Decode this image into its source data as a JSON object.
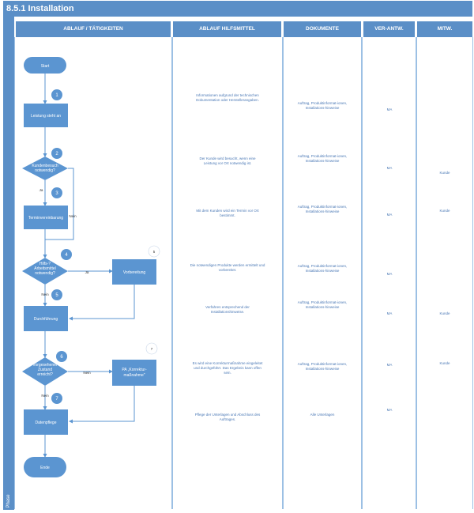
{
  "title": "8.5.1 Installation",
  "phase_label": "Phase",
  "columns": {
    "c1": "ABLAUF / TÄTIGKEITEN",
    "c2": "ABLAUF HILFSMITTEL",
    "c3": "DOKUMENTE",
    "c4": "VER-ANTW.",
    "c5": "MITW."
  },
  "flow": {
    "start": "Start",
    "end": "Ende",
    "n1": "Leistung steht an",
    "d2_l1": "Kundenbesuch",
    "d2_l2": "notwendig?",
    "n3": "Terminvereinbarung",
    "d4_l1": "Hilfs-?",
    "d4_l2": "Arbeitsmittel",
    "d4_l3": "notwendig?",
    "n4b": "Vorbereitung",
    "n5": "Durchführung",
    "d6_l1": "Vorgesehener",
    "d6_l2": "Zustand",
    "d6_l3": "erreicht?",
    "n6b_l1": "PA „Korrektur-",
    "n6b_l2": "maßnahme\"",
    "n7": "Datenpflege",
    "nums": [
      "1",
      "2",
      "3",
      "4",
      "5",
      "5",
      "6",
      "7",
      "7"
    ],
    "ja": "Ja",
    "nein": "Nein"
  },
  "hilfsmittel": [
    "Informationen aufgrund der technischen Dokumentation oder Herstellerangaben.",
    "Der Kunde wird besucht, wenn eine Leistung vor Ort notwendig ist.",
    "Mit dem Kunden wird ein Termin vor Ort bestimmt.",
    "Die notwendigen Produkte werden ermittelt und vorbereitet.",
    "Verfahren entsprechend der Installationshinweise.",
    "Es wird eine Korrekturmaßnahme eingeleitet und durchgeführt. Das Ergebnis kann offen sein.",
    "Pflege der Unterlagen und Abschluss des Auftrages."
  ],
  "dokumente": [
    "Auftrag, Produktinformat-ionen, Installations-hinweise",
    "Auftrag, Produktinformat-ionen, Installations-hinweise",
    "Auftrag, Produktinformat-ionen, Installations-hinweise",
    "Auftrag, Produktinformat-ionen, Installations-hinweise",
    "Auftrag, Produktinformat-ionen, Installations-hinweise",
    "Auftrag, Produktinformat-ionen, Installations-hinweise",
    "Alle Unterlagen"
  ],
  "verantw": [
    "MA",
    "MA",
    "MA",
    "MA",
    "MA",
    "MA",
    "MA"
  ],
  "mitw": [
    "Kunde",
    "Kunde",
    "Kunde",
    "Kunde"
  ],
  "colors": {
    "blue": "#5b8fc7",
    "node": "#5b95d1",
    "line": "#5b95d1",
    "text": "#4a78b5"
  }
}
